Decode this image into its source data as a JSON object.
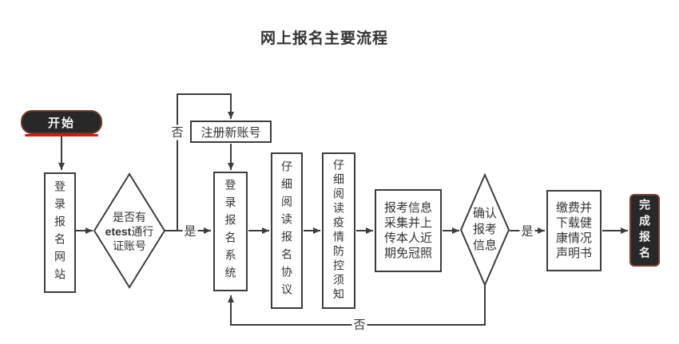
{
  "title": "网上报名主要流程",
  "colors": {
    "line": "#3d3d3d",
    "ink": "#333333",
    "node-dark": "#282828",
    "start-border": "#6e3a26",
    "end-border": "#7b4030",
    "accent-red": "#ce1d15",
    "node-text": "#f5f5f5",
    "box-bg": "#ffffff",
    "canvas-bg": "#ffffff"
  },
  "nodes": {
    "start": {
      "label": "开始"
    },
    "login_site": {
      "label": "登录报名网站"
    },
    "has_account": {
      "line1": "是否有",
      "etest": "etest",
      "line2_rest": "通行",
      "line3": "证账号"
    },
    "register": {
      "label": "注册新账号"
    },
    "login_system": {
      "label": "登录报名系统"
    },
    "read_agreement": {
      "label": "仔细阅读报名协议"
    },
    "read_epidemic": {
      "label": "仔细阅读疫情防控须知"
    },
    "collect_info": {
      "label": "报考信息\n采集并上\n传本人近\n期免冠照"
    },
    "confirm_info": {
      "label": "确认\n报考\n信息"
    },
    "pay_download": {
      "label": "缴费并\n下载健\n康情况\n声明书"
    },
    "finish": {
      "label": "完成报名"
    }
  },
  "labels": {
    "yes1": "是",
    "no1": "否",
    "yes2": "是",
    "no2": "否"
  }
}
